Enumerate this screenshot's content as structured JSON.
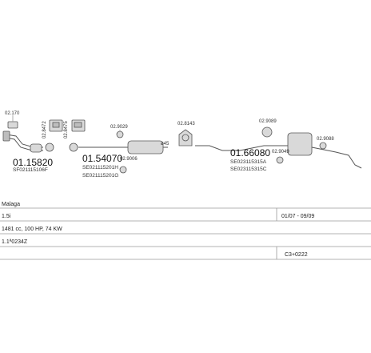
{
  "parts": {
    "p1": {
      "ref": "02.170",
      "note": ""
    },
    "p2": {
      "ref": "02.8472",
      "note": ""
    },
    "p3": {
      "ref": "02.8475",
      "note": ""
    },
    "p4": {
      "code": "01.15820",
      "oe": "SF021115106F"
    },
    "p5": {
      "ref": "02.9029"
    },
    "p6": {
      "code": "01.54070",
      "oe1": "SE021115201H",
      "oe2": "SE021115201G"
    },
    "p7": {
      "ref": "02.9006"
    },
    "p8": {
      "ref": "ø45"
    },
    "p9": {
      "ref": "02.8143"
    },
    "p10": {
      "ref": "02.9089"
    },
    "p11": {
      "code": "01.66080",
      "oe1": "SE023115315A",
      "oe2": "SE023115315C"
    },
    "p12": {
      "ref": "02.9049"
    },
    "p13": {
      "ref": "02.9088"
    }
  },
  "table": {
    "make": "Malaga",
    "engine": "1.5i",
    "date_range": "01/07 - 09/09",
    "spec": "1481 cc, 100 HP, 74 KW",
    "type_code": "1.1ª0234Z",
    "catalog": "C3+0222"
  }
}
